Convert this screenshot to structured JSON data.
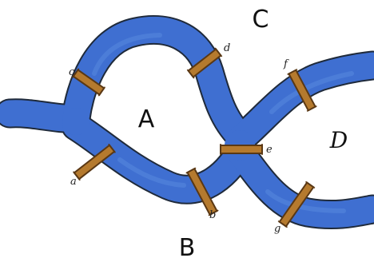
{
  "regions": {
    "A": "A",
    "B": "B",
    "C": "C",
    "D": "D"
  },
  "bridges": {
    "a": "a",
    "b": "b",
    "c": "c",
    "d": "d",
    "e": "e",
    "f": "f",
    "g": "g"
  },
  "colors": {
    "river": "#3f6fd1",
    "river_outline": "#1f2a3a",
    "bridge": "#b57a2e",
    "background": "#ffffff"
  }
}
